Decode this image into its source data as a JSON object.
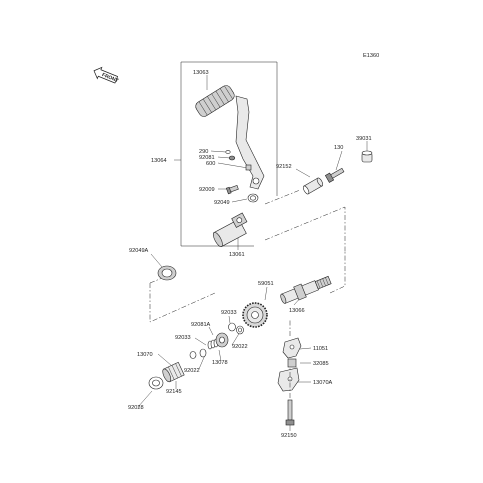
{
  "diagram_code": "E1360",
  "front_label": "FRONT",
  "part_labels": [
    {
      "id": "p13063",
      "text": "13063"
    },
    {
      "id": "p13064",
      "text": "13064"
    },
    {
      "id": "p290",
      "text": "290"
    },
    {
      "id": "p92081",
      "text": "92081"
    },
    {
      "id": "p600",
      "text": "600"
    },
    {
      "id": "p92009",
      "text": "92009"
    },
    {
      "id": "p92049",
      "text": "92049"
    },
    {
      "id": "p92152",
      "text": "92152"
    },
    {
      "id": "p130",
      "text": "130"
    },
    {
      "id": "p39031",
      "text": "39031"
    },
    {
      "id": "p92049A",
      "text": "92049A"
    },
    {
      "id": "p13061",
      "text": "13061"
    },
    {
      "id": "p59051",
      "text": "59051"
    },
    {
      "id": "p13066",
      "text": "13066"
    },
    {
      "id": "p92033a",
      "text": "92033"
    },
    {
      "id": "p92081A",
      "text": "92081A"
    },
    {
      "id": "p92033b",
      "text": "92033"
    },
    {
      "id": "p92022a",
      "text": "92022"
    },
    {
      "id": "p13078",
      "text": "13078"
    },
    {
      "id": "p92022b",
      "text": "92022"
    },
    {
      "id": "p13070",
      "text": "13070"
    },
    {
      "id": "p92145",
      "text": "92145"
    },
    {
      "id": "p92028",
      "text": "92028"
    },
    {
      "id": "p11051",
      "text": "11051"
    },
    {
      "id": "p32085",
      "text": "32085"
    },
    {
      "id": "p13070A",
      "text": "13070A"
    },
    {
      "id": "p92150",
      "text": "92150"
    }
  ]
}
